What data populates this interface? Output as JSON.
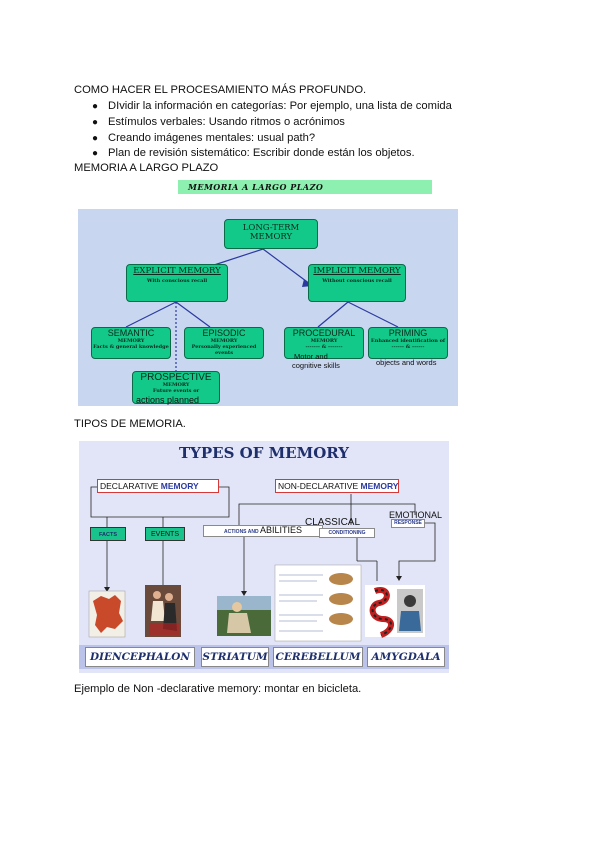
{
  "heading": "COMO HACER EL PROCESAMIENTO MÁS PROFUNDO.",
  "bullets": [
    "DIvidir la información en categorías: Por ejemplo, una lista de comida",
    "Estímulos verbales: Usando ritmos o acrónimos",
    "Creando imágenes mentales: usual path?",
    "Plan de revisión sistemático: Escribir donde están los objetos."
  ],
  "section_ltm": "MEMORIA A LARGO PLAZO",
  "fig1": {
    "banner": "MEMORIA A LARGO PLAZO",
    "ltm": "LONG-TERM MEMORY",
    "explicit": {
      "title": "EXPLICIT MEMORY",
      "sub": "With conscious recall"
    },
    "implicit": {
      "title": "IMPLICIT MEMORY",
      "sub": "Without conscious recall"
    },
    "semantic": {
      "title": "SEMANTIC",
      "sub1": "MEMORY",
      "sub2": "Facts & general knowledge"
    },
    "episodic": {
      "title": "EPISODIC",
      "sub1": "MEMORY",
      "sub2": "Personally experienced events"
    },
    "procedural": {
      "title": "PROCEDURAL",
      "sub1": "MEMORY",
      "sub2": "------- & -------",
      "ext1": "Motor and",
      "ext2": "cognitive skills"
    },
    "priming": {
      "title": "PRIMING",
      "sub1": "Enhanced identification of",
      "sub2": "------ & ------",
      "ext": "objects and words"
    },
    "prospective": {
      "title": "PROSPECTIVE",
      "sub1": "MEMORY",
      "sub2": "Future events or",
      "ext": "actions planned"
    }
  },
  "section_types": "TIPOS DE MEMORIA.",
  "fig2": {
    "title": "TYPES OF MEMORY",
    "declarative": {
      "a": "DECLARATIVE ",
      "b": "MEMORY"
    },
    "nondeclarative": {
      "a": "NON-DECLARATIVE ",
      "b": "MEMORY"
    },
    "facts": "FACTS",
    "events": "EVENTS",
    "actions": "ACTIONS AND ",
    "abilities": "ABILITIES",
    "classical_big": "CLASSICAL",
    "classical_small": "CONDITIONING",
    "emotional_big": "EMOTIONAL",
    "emotional_small": "RESPONSE",
    "regions": [
      "DIENCEPHALON",
      "STRIATUM",
      "CEREBELLUM",
      "AMYGDALA"
    ]
  },
  "example": "Ejemplo de Non -declarative memory: montar en bicicleta.",
  "colors": {
    "green_box": "#13c98a",
    "fig1_bg": "#c8d6f0",
    "fig2_bg": "#e2e5f7",
    "title_blue": "#1e2f6b",
    "red_border": "#d43a3a"
  }
}
